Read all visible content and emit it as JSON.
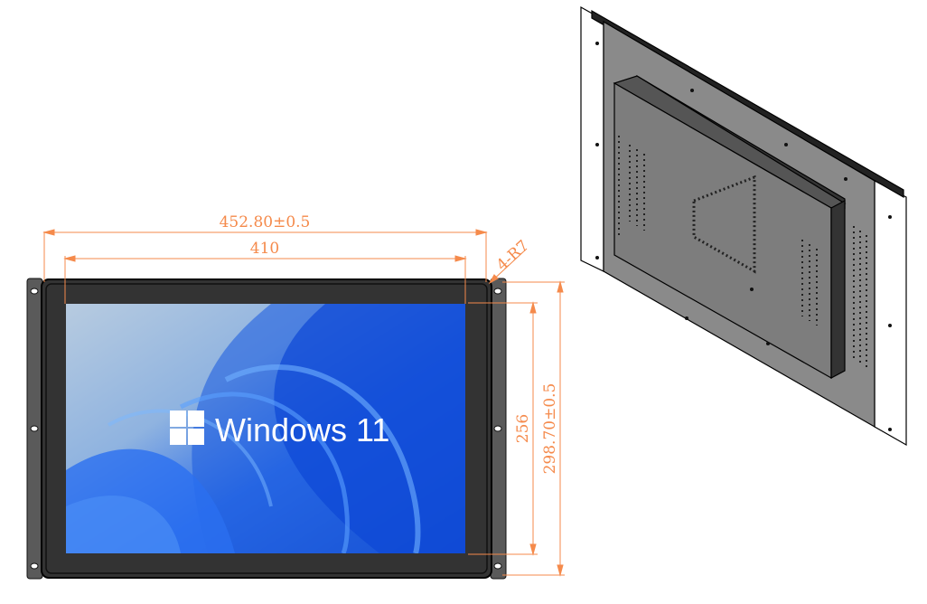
{
  "dimensions": {
    "overall_width": "452.80±0.5",
    "screen_width": "410",
    "corner_radius": "4-R7",
    "screen_height": "256",
    "overall_height": "298.70±0.5"
  },
  "screen": {
    "logo_text": "Windows 11"
  },
  "colors": {
    "dimension": "#f58a4b",
    "frame": "#333333",
    "bracket": "#5a5a5a",
    "plate": "#8a8a8a"
  }
}
